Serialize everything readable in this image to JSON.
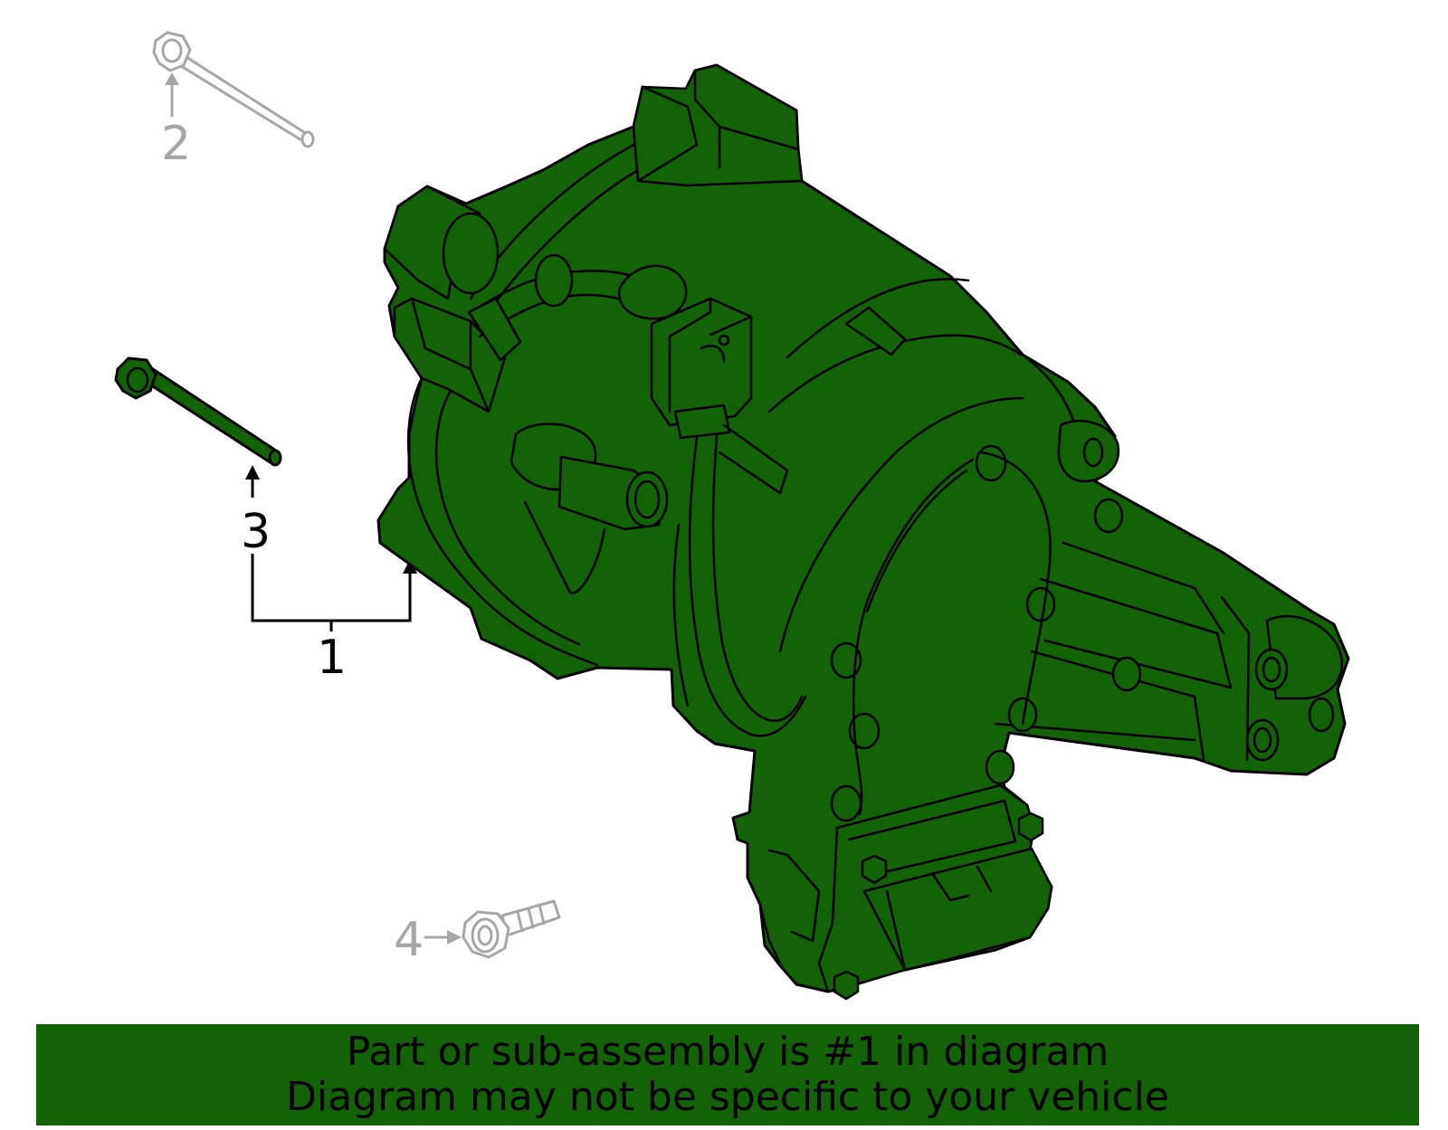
{
  "callouts": {
    "part_1": "1",
    "part_2": "2",
    "part_3": "3",
    "part_4": "4"
  },
  "banner": {
    "line_1": "Part or sub-assembly is #1 in diagram",
    "line_2": "Diagram may not be specific to your vehicle"
  },
  "colors": {
    "highlight_green": "#136207",
    "ghost_grey": "#a6a6a6",
    "outline": "#000000"
  }
}
